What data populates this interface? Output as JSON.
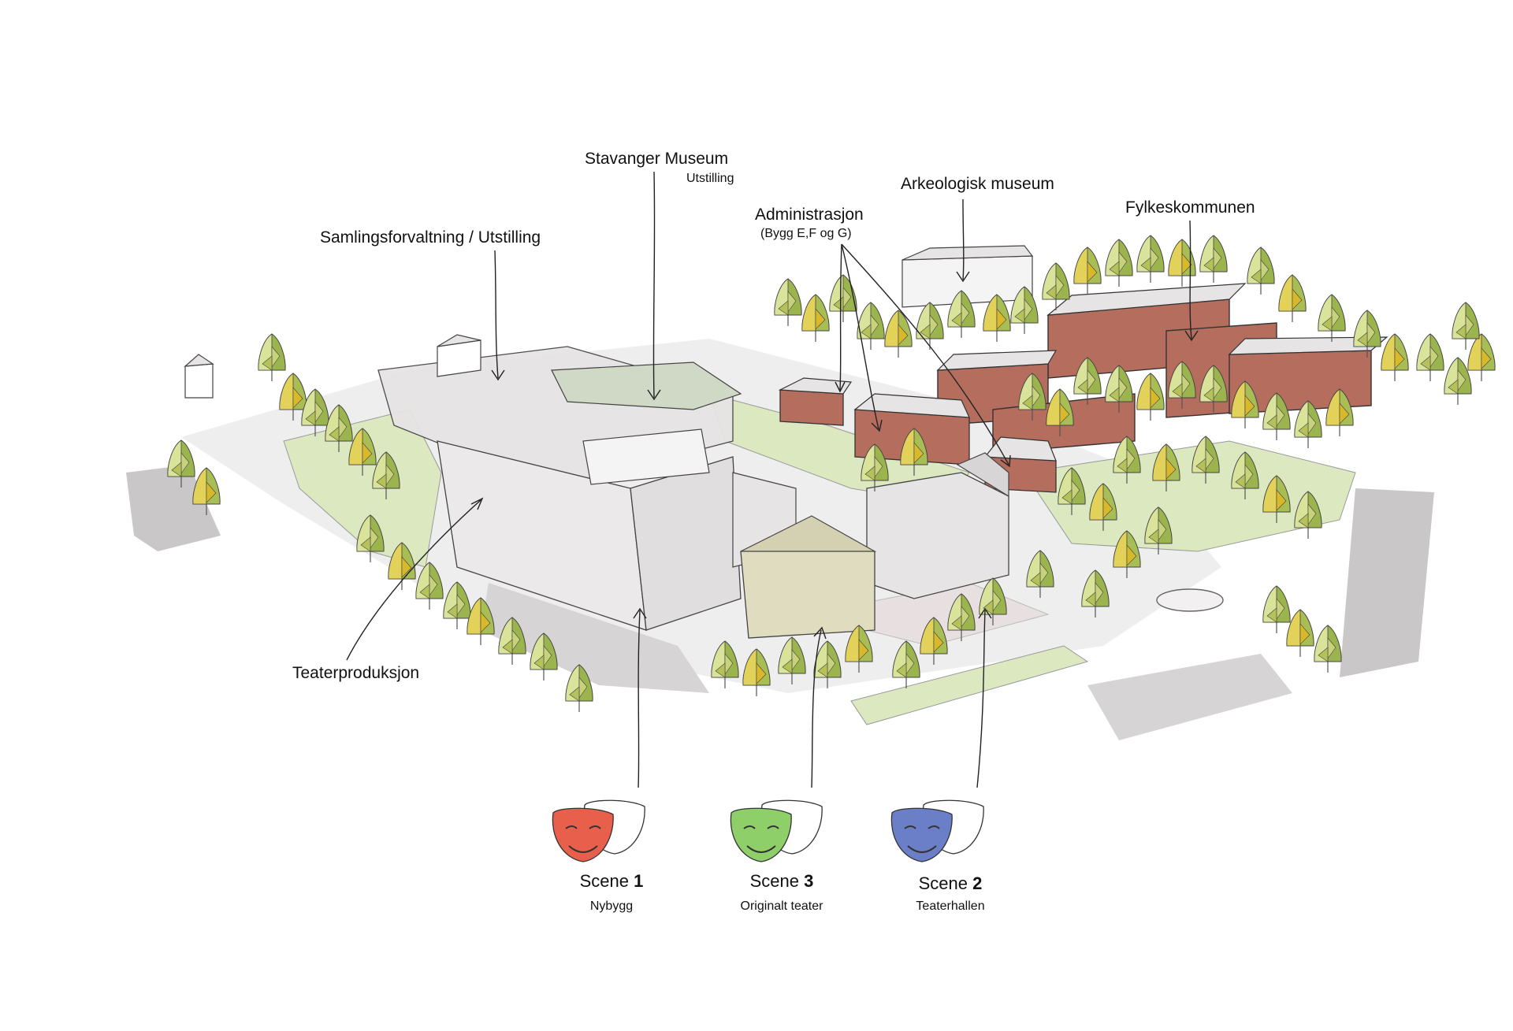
{
  "labels": {
    "stavanger_museum": "Stavanger Museum",
    "stavanger_museum_sub": "Utstilling",
    "arkeologisk": "Arkeologisk museum",
    "administrasjon": "Administrasjon",
    "administrasjon_sub": "(Bygg E,F og G)",
    "fylkeskommunen": "Fylkeskommunen",
    "samling": "Samlingsforvaltning / Utstilling",
    "teaterproduksjon": "Teaterproduksjon"
  },
  "scenes": [
    {
      "word": "Scene",
      "num": "1",
      "sub": "Nybygg",
      "color": "#e8604c"
    },
    {
      "word": "Scene",
      "num": "3",
      "sub": "Originalt teater",
      "color": "#8fcf6a"
    },
    {
      "word": "Scene",
      "num": "2",
      "sub": "Teaterhallen",
      "color": "#6b7fc8"
    }
  ],
  "colors": {
    "tree_green": "#9cb44e",
    "tree_light": "#d9e39a",
    "tree_yellow": "#d9b92c",
    "brick": "#b56d5e",
    "building_grey": "#e6e4e4",
    "ground_green": "#dbe8c0",
    "shadow": "#c9c7c7",
    "theatre_beige": "#e0dcc0"
  }
}
